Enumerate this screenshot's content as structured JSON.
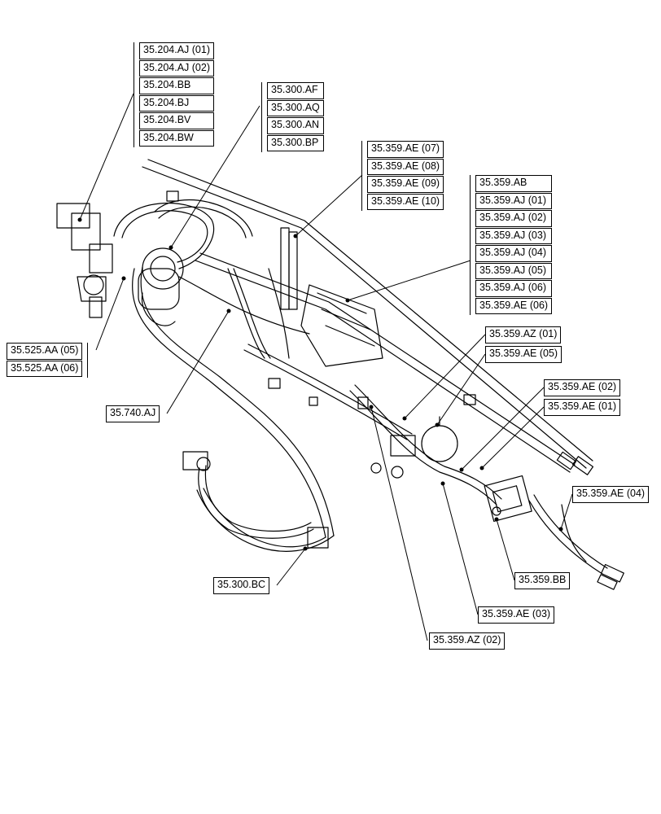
{
  "groups": [
    {
      "id": "g1",
      "labels": [
        "35.204.AJ (01)",
        "35.204.AJ (02)",
        "35.204.BB",
        "35.204.BJ",
        "35.204.BV",
        "35.204.BW"
      ]
    },
    {
      "id": "g2",
      "labels": [
        "35.300.AF",
        "35.300.AQ",
        "35.300.AN",
        "35.300.BP"
      ]
    },
    {
      "id": "g3",
      "labels": [
        "35.359.AE (07)",
        "35.359.AE (08)",
        "35.359.AE (09)",
        "35.359.AE (10)"
      ]
    },
    {
      "id": "g4",
      "labels": [
        "35.359.AB",
        "35.359.AJ (01)",
        "35.359.AJ (02)",
        "35.359.AJ (03)",
        "35.359.AJ (04)",
        "35.359.AJ (05)",
        "35.359.AJ (06)",
        "35.359.AE (06)"
      ]
    },
    {
      "id": "g5",
      "labels": [
        "35.525.AA (05)",
        "35.525.AA (06)"
      ]
    },
    {
      "id": "g6",
      "labels": [
        "35.740.AJ"
      ]
    },
    {
      "id": "g7",
      "labels": [
        "35.359.AZ (01)"
      ]
    },
    {
      "id": "g8",
      "labels": [
        "35.359.AE (05)"
      ]
    },
    {
      "id": "g9",
      "labels": [
        "35.359.AE (02)"
      ]
    },
    {
      "id": "g10",
      "labels": [
        "35.359.AE (01)"
      ]
    },
    {
      "id": "g11",
      "labels": [
        "35.359.AE (04)"
      ]
    },
    {
      "id": "g12",
      "labels": [
        "35.359.BB"
      ]
    },
    {
      "id": "g13",
      "labels": [
        "35.359.AE (03)"
      ]
    },
    {
      "id": "g14",
      "labels": [
        "35.300.BC"
      ]
    },
    {
      "id": "g15",
      "labels": [
        "35.359.AZ (02)"
      ]
    }
  ]
}
